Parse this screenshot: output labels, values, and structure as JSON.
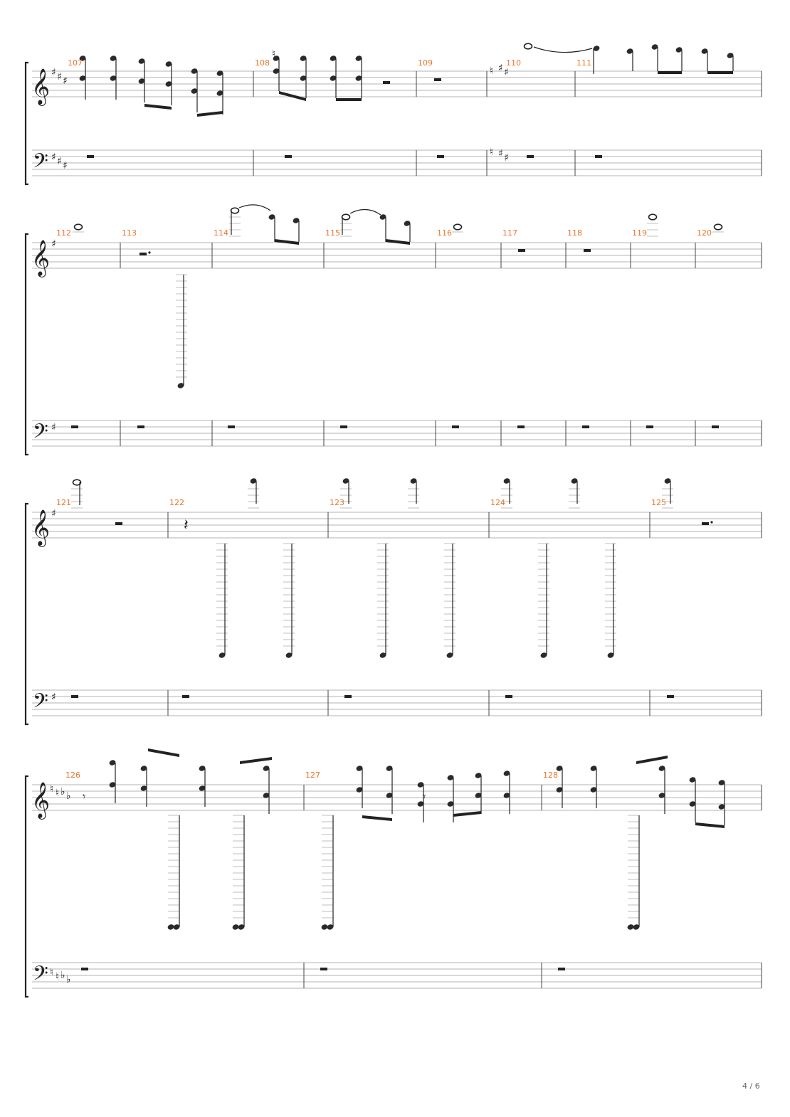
{
  "page": {
    "number_label": "4 / 6"
  },
  "systems": [
    {
      "key_upper": "A major (3 sharps)",
      "key_lower": "A major (3 sharps)",
      "measures": [
        "107",
        "108",
        "109",
        "110",
        "111"
      ]
    },
    {
      "key_upper": "G major (1 sharp)",
      "key_lower": "G major (1 sharp)",
      "measures": [
        "112",
        "113",
        "114",
        "115",
        "116",
        "117",
        "118",
        "119",
        "120"
      ]
    },
    {
      "key_upper": "G major (1 sharp)",
      "key_lower": "G major (1 sharp)",
      "measures": [
        "121",
        "122",
        "123",
        "124",
        "125"
      ]
    },
    {
      "key_upper": "A-flat major (4 flats)",
      "key_lower": "A-flat major (4 flats)",
      "measures": [
        "126",
        "127",
        "128"
      ]
    }
  ],
  "colors": {
    "measure_number": "#e8742c",
    "staff": "#9a9a9a",
    "note": "#2a2a2a"
  },
  "icons": [
    "treble-clef-icon",
    "bass-clef-icon",
    "sharp-icon",
    "flat-icon",
    "natural-icon",
    "rest-icon",
    "brace-icon"
  ]
}
